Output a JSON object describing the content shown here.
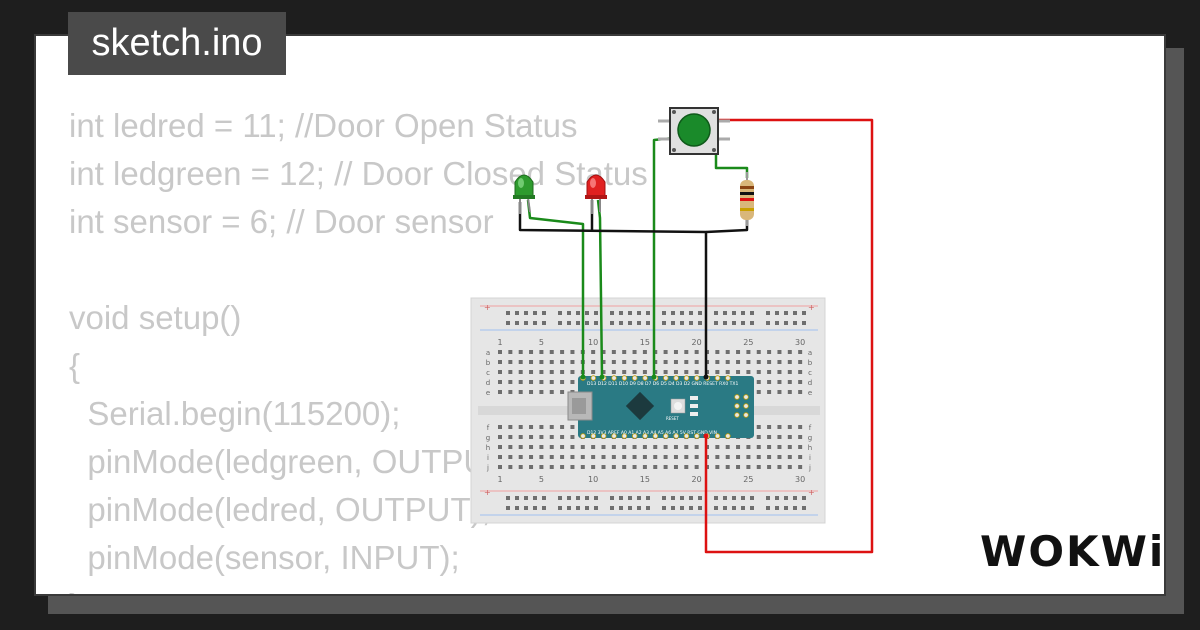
{
  "tab": {
    "title": "sketch.ino"
  },
  "code": {
    "lines": [
      "int ledred = 11; //Door Open Status",
      "int ledgreen = 12; // Door Closed Status",
      "int sensor = 6; // Door sensor",
      "",
      "void setup()",
      "{",
      "  Serial.begin(115200);",
      "  pinMode(ledgreen, OUTPUT);",
      "  pinMode(ledred, OUTPUT);",
      "  pinMode(sensor, INPUT);",
      "}"
    ]
  },
  "diagram": {
    "breadboard": {
      "column_numbers": [
        "1",
        "5",
        "10",
        "15",
        "20",
        "25",
        "30"
      ],
      "row_letters_top": [
        "a",
        "b",
        "c",
        "d",
        "e"
      ],
      "row_letters_bottom": [
        "f",
        "g",
        "h",
        "i",
        "j"
      ]
    },
    "arduino": {
      "top_pins": "D13 D12 D11 D10 D9 D8 D7 D6 D5 D4 D3 D2 GND RESET RX0 TX1",
      "bottom_pins": "D12 3V3 AREF A0 A1 A2 A3 A4 A5 A6 A7 5V RST GND VIN",
      "reset_label": "RESET"
    },
    "colors": {
      "wire_green": "#1a8a1a",
      "wire_red": "#dd1111",
      "wire_black": "#111111",
      "led_green": "#2e9b2e",
      "led_red": "#e02020",
      "button": "#1a8a2a",
      "board": "#2a7a84"
    }
  },
  "logo": {
    "text": "WOKWi"
  }
}
